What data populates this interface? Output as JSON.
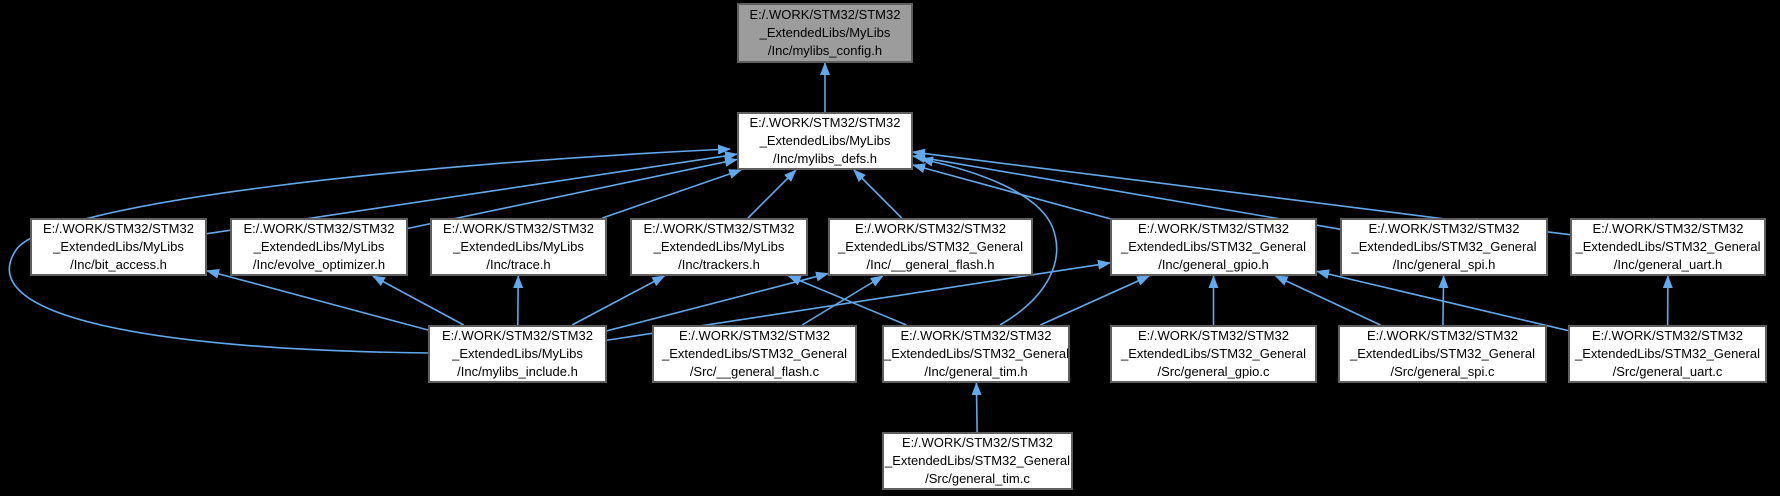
{
  "colors": {
    "background": "#000000",
    "edge": "#62a8ea",
    "node_fill": "#ffffff",
    "node_border": "#5f5f5f",
    "root_node_fill": "#9c9c9c",
    "text": "#000000"
  },
  "nodes": {
    "mylibs_config_h": {
      "lines": [
        "E:/.WORK/STM32/STM32",
        "_ExtendedLibs/MyLibs",
        "/Inc/mylibs_config.h"
      ]
    },
    "mylibs_defs_h": {
      "lines": [
        "E:/.WORK/STM32/STM32",
        "_ExtendedLibs/MyLibs",
        "/Inc/mylibs_defs.h"
      ]
    },
    "bit_access_h": {
      "lines": [
        "E:/.WORK/STM32/STM32",
        "_ExtendedLibs/MyLibs",
        "/Inc/bit_access.h"
      ]
    },
    "evolve_optimizer_h": {
      "lines": [
        "E:/.WORK/STM32/STM32",
        "_ExtendedLibs/MyLibs",
        "/Inc/evolve_optimizer.h"
      ]
    },
    "trace_h": {
      "lines": [
        "E:/.WORK/STM32/STM32",
        "_ExtendedLibs/MyLibs",
        "/Inc/trace.h"
      ]
    },
    "trackers_h": {
      "lines": [
        "E:/.WORK/STM32/STM32",
        "_ExtendedLibs/MyLibs",
        "/Inc/trackers.h"
      ]
    },
    "general_flash_h": {
      "lines": [
        "E:/.WORK/STM32/STM32",
        "_ExtendedLibs/STM32_General",
        "/Inc/__general_flash.h"
      ]
    },
    "general_gpio_h": {
      "lines": [
        "E:/.WORK/STM32/STM32",
        "_ExtendedLibs/STM32_General",
        "/Inc/general_gpio.h"
      ]
    },
    "general_spi_h": {
      "lines": [
        "E:/.WORK/STM32/STM32",
        "_ExtendedLibs/STM32_General",
        "/Inc/general_spi.h"
      ]
    },
    "general_uart_h": {
      "lines": [
        "E:/.WORK/STM32/STM32",
        "_ExtendedLibs/STM32_General",
        "/Inc/general_uart.h"
      ]
    },
    "mylibs_include_h": {
      "lines": [
        "E:/.WORK/STM32/STM32",
        "_ExtendedLibs/MyLibs",
        "/Inc/mylibs_include.h"
      ]
    },
    "general_flash_c": {
      "lines": [
        "E:/.WORK/STM32/STM32",
        "_ExtendedLibs/STM32_General",
        "/Src/__general_flash.c"
      ]
    },
    "general_tim_h": {
      "lines": [
        "E:/.WORK/STM32/STM32",
        "_ExtendedLibs/STM32_General",
        "/Inc/general_tim.h"
      ]
    },
    "general_gpio_c": {
      "lines": [
        "E:/.WORK/STM32/STM32",
        "_ExtendedLibs/STM32_General",
        "/Src/general_gpio.c"
      ]
    },
    "general_spi_c": {
      "lines": [
        "E:/.WORK/STM32/STM32",
        "_ExtendedLibs/STM32_General",
        "/Src/general_spi.c"
      ]
    },
    "general_uart_c": {
      "lines": [
        "E:/.WORK/STM32/STM32",
        "_ExtendedLibs/STM32_General",
        "/Src/general_uart.c"
      ]
    },
    "general_tim_c": {
      "lines": [
        "E:/.WORK/STM32/STM32",
        "_ExtendedLibs/STM32_General",
        "/Src/general_tim.c"
      ]
    }
  },
  "edges": [
    {
      "from": "mylibs_defs_h",
      "to": "mylibs_config_h"
    },
    {
      "from": "bit_access_h",
      "to": "mylibs_defs_h"
    },
    {
      "from": "evolve_optimizer_h",
      "to": "mylibs_defs_h"
    },
    {
      "from": "trace_h",
      "to": "mylibs_defs_h"
    },
    {
      "from": "trackers_h",
      "to": "mylibs_defs_h"
    },
    {
      "from": "general_flash_h",
      "to": "mylibs_defs_h"
    },
    {
      "from": "general_gpio_h",
      "to": "mylibs_defs_h"
    },
    {
      "from": "general_spi_h",
      "to": "mylibs_defs_h"
    },
    {
      "from": "general_uart_h",
      "to": "mylibs_defs_h"
    },
    {
      "from": "mylibs_include_h",
      "to": "mylibs_defs_h",
      "route": "sweep_left"
    },
    {
      "from": "general_tim_h",
      "to": "mylibs_defs_h",
      "route": "sweep_right"
    },
    {
      "from": "mylibs_include_h",
      "to": "bit_access_h"
    },
    {
      "from": "mylibs_include_h",
      "to": "evolve_optimizer_h"
    },
    {
      "from": "mylibs_include_h",
      "to": "trace_h"
    },
    {
      "from": "mylibs_include_h",
      "to": "trackers_h"
    },
    {
      "from": "mylibs_include_h",
      "to": "general_flash_h"
    },
    {
      "from": "mylibs_include_h",
      "to": "general_gpio_h"
    },
    {
      "from": "general_tim_h",
      "to": "trackers_h"
    },
    {
      "from": "general_tim_h",
      "to": "general_gpio_h"
    },
    {
      "from": "general_flash_c",
      "to": "general_flash_h"
    },
    {
      "from": "general_gpio_c",
      "to": "general_gpio_h"
    },
    {
      "from": "general_spi_c",
      "to": "general_gpio_h"
    },
    {
      "from": "general_uart_c",
      "to": "general_gpio_h"
    },
    {
      "from": "general_spi_c",
      "to": "general_spi_h"
    },
    {
      "from": "general_uart_c",
      "to": "general_uart_h"
    },
    {
      "from": "general_tim_c",
      "to": "general_tim_h"
    }
  ]
}
